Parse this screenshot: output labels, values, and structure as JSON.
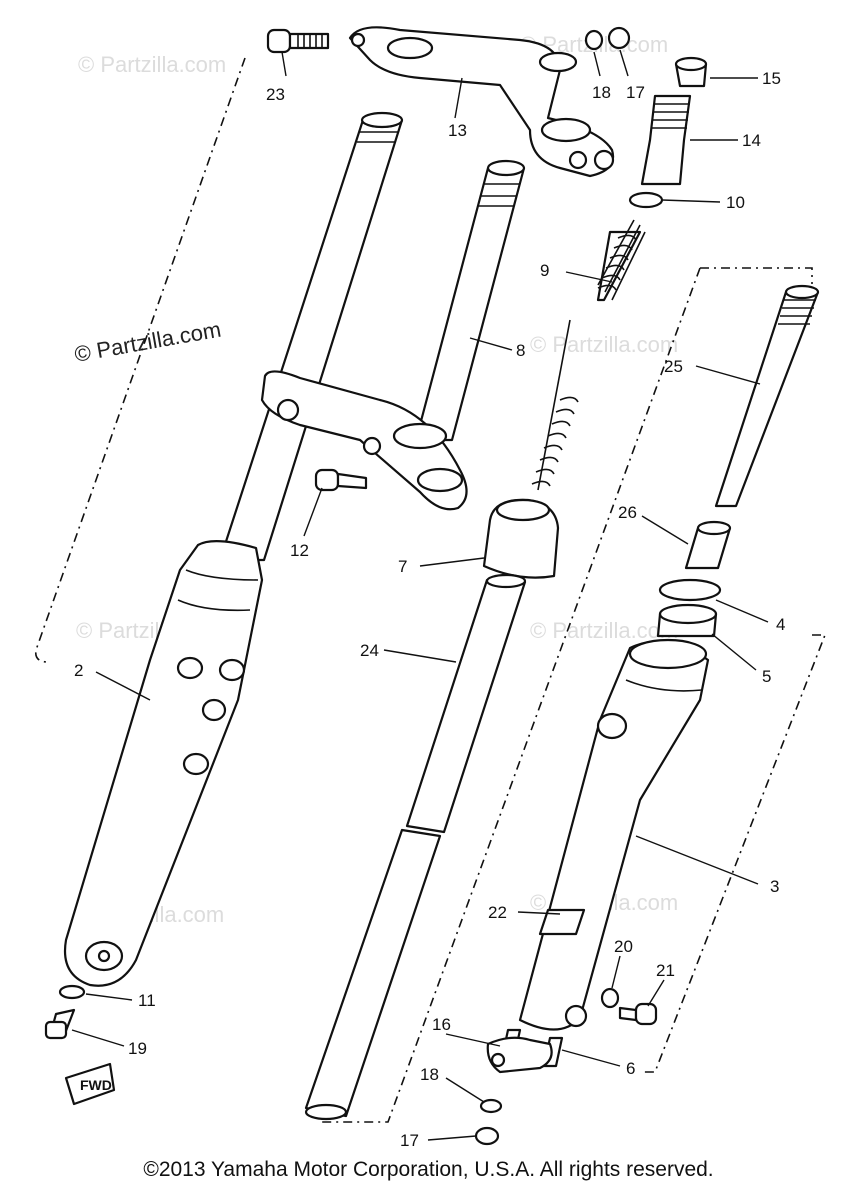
{
  "watermark": "© Partzilla.com",
  "labels": {
    "p2": "2",
    "p3": "3",
    "p4": "4",
    "p5": "5",
    "p6": "6",
    "p7": "7",
    "p8": "8",
    "p9": "9",
    "p10": "10",
    "p11": "11",
    "p12": "12",
    "p13": "13",
    "p14": "14",
    "p15": "15",
    "p16": "16",
    "p17a": "17",
    "p17b": "17",
    "p18a": "18",
    "p18b": "18",
    "p19": "19",
    "p20": "20",
    "p21": "21",
    "p22": "22",
    "p23": "23",
    "p24": "24",
    "p25": "25",
    "p26": "26"
  },
  "fwd_mark": "FWD",
  "copyright": "©2013 Yamaha Motor Corporation, U.S.A. All rights reserved."
}
